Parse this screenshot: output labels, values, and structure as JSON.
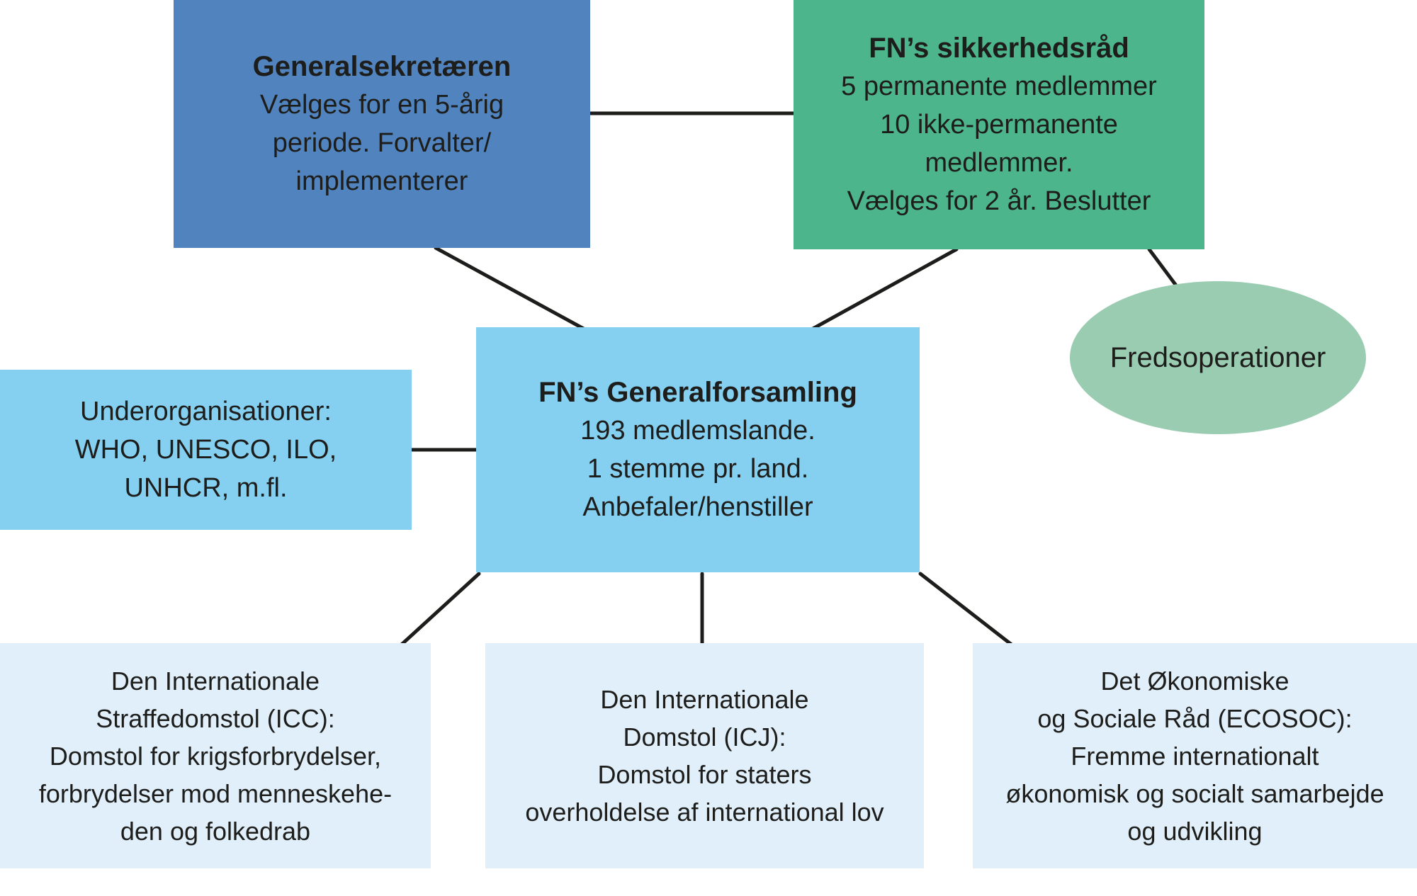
{
  "diagram": {
    "text_color": "#1d1d1b",
    "connector_color": "#1d1d1b",
    "nodes": {
      "general_secretary": {
        "title": "Generalsekretæren",
        "lines": [
          "Vælges for en 5-årig",
          "periode. Forvalter/",
          "implementerer"
        ],
        "color": "#5184be"
      },
      "security_council": {
        "title": "FN’s sikkerhedsråd",
        "lines": [
          "5 permanente medlemmer",
          "10 ikke-permanente",
          "medlemmer.",
          "Vælges for 2 år. Beslutter"
        ],
        "color": "#4db58c"
      },
      "general_assembly": {
        "title": "FN’s Generalforsamling",
        "lines": [
          "193 medlemslande.",
          "1 stemme pr. land.",
          "Anbefaler/henstiller"
        ],
        "color": "#85d0f0"
      },
      "sub_organisations": {
        "lines": [
          "Underorganisationer:",
          "WHO, UNESCO, ILO,",
          "UNHCR, m.fl."
        ],
        "color": "#85d0f0"
      },
      "peace_operations": {
        "lines": [
          "Fredsoperationer"
        ],
        "color": "#9accb1"
      },
      "icc": {
        "lines": [
          "Den Internationale",
          "Straffedomstol (ICC):",
          "Domstol for krigsforbrydelser,",
          "forbrydelser mod menneskehe-",
          "den og folkedrab"
        ],
        "color": "#e0effa"
      },
      "icj": {
        "lines": [
          "Den Internationale",
          "Domstol (ICJ):",
          "Domstol for staters",
          "overholdelse af international lov"
        ],
        "color": "#e0effa"
      },
      "ecosoc": {
        "lines": [
          "Det Økonomiske",
          "og Sociale Råd (ECOSOC):",
          "Fremme internationalt",
          "økonomisk og socialt samarbejde",
          "og udvikling"
        ],
        "color": "#e0effa"
      }
    }
  }
}
